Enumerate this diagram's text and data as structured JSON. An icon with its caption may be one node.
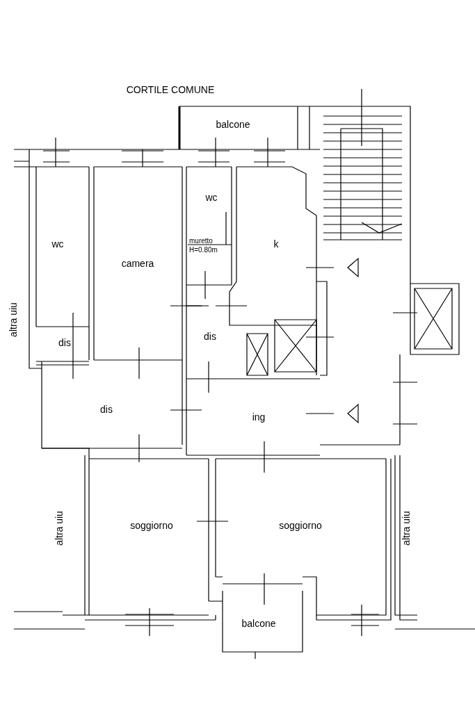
{
  "diagram": {
    "labels": [
      "CORTILE COMUNE",
      "balcone",
      "wc",
      "wc",
      "camera",
      "muretto H=0.80m",
      "k",
      "altra uiu",
      "dis",
      "dis",
      "dis",
      "ing",
      "altra uiu",
      "soggiorno",
      "soggiorno",
      "altra uiu",
      "balcone"
    ]
  }
}
